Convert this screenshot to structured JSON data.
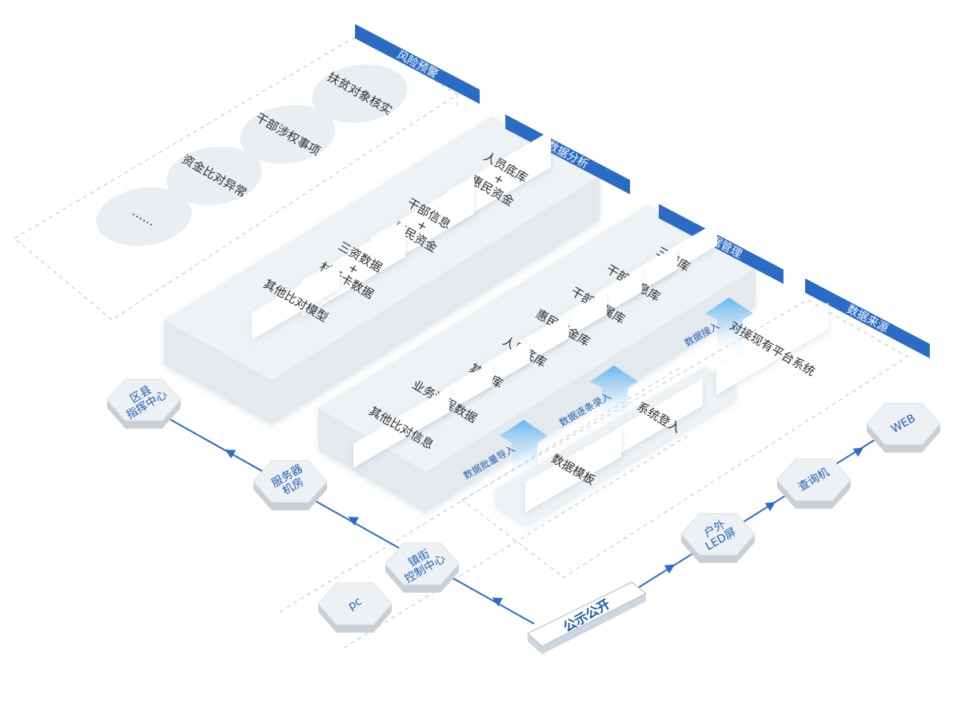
{
  "colors": {
    "accent": "#2a6cc4",
    "panel": "#eef2f5",
    "card": "#ffffff",
    "line": "#2a6cc4",
    "dash": "#c8ccd0"
  },
  "layers": {
    "risk": {
      "title": "风险预警",
      "items": [
        "扶贫对象核实",
        "干部涉权事项",
        "资金比对异常",
        "……"
      ]
    },
    "analysis": {
      "title": "数据分析",
      "items": [
        "人员底库\n+\n惠民资金",
        "干部信息\n+\n惠民资金",
        "三资数据\n+\n村务卡数据",
        "其他比对模型"
      ]
    },
    "management": {
      "title": "数据管理",
      "items": [
        "三资库",
        "干部信息库",
        "干部亲属库",
        "惠民资金库",
        "人员底库",
        "其他库",
        "业务流程数据",
        "其他比对信息"
      ]
    },
    "source": {
      "title": "数据来源",
      "platform": "对接现有平台系统",
      "items": [
        "系统登入",
        "数据模板"
      ]
    }
  },
  "arrows": {
    "api": "数据接入",
    "manual": "数据逐条录入",
    "batch": "数据批量导入"
  },
  "nodes": {
    "county": "区县\n指挥中心",
    "server": "服务器\n机房",
    "town": "镇街\n控制中心",
    "pc": "pc",
    "publish": "公示公开",
    "led": "户外\nLED屏",
    "kiosk": "查询机",
    "web": "WEB"
  }
}
